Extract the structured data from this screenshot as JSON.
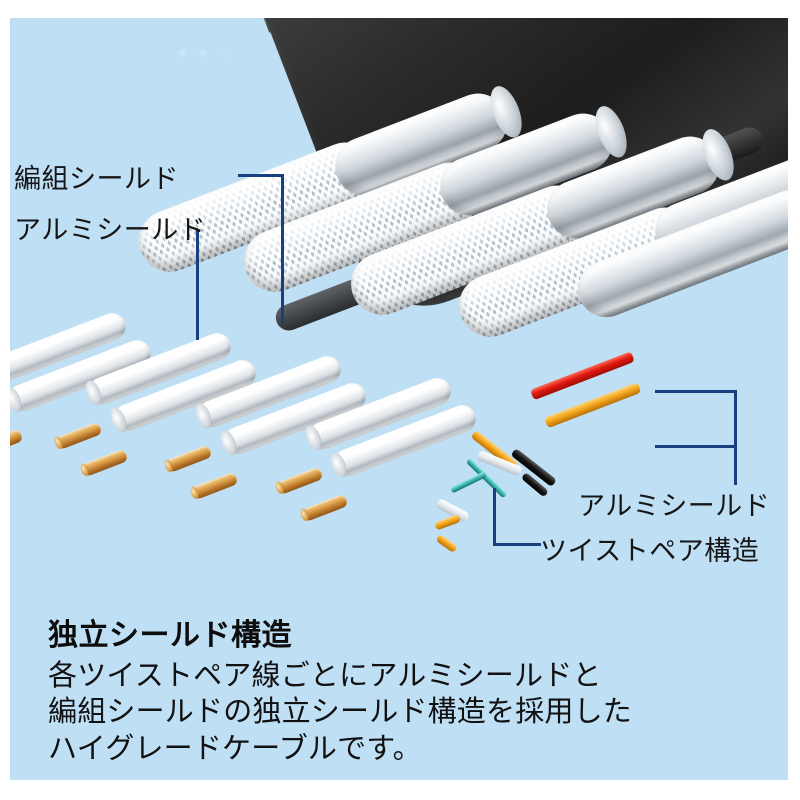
{
  "panel": {
    "background_color": "#bfdff5",
    "frame_color": "#ffffff"
  },
  "illustration": {
    "subject": "cut-away view of a multi-pair shielded flat cable",
    "jacket_color": "#262626",
    "braid_color": "#c9d0d6",
    "foil_color": "#cfd6dc",
    "copper_color": "#c98a34",
    "leader_color": "#19407e",
    "bundle_count": 4,
    "plain_strand_count": 1,
    "twisted_pair_wire_colors": [
      "#e01a10",
      "#f4a81d",
      "#141414",
      "#ffffff",
      "#36b5ad"
    ]
  },
  "callouts": {
    "left": [
      {
        "label": "編組シールド"
      },
      {
        "label": "アルミシールド"
      }
    ],
    "right": [
      {
        "label": "アルミシールド"
      },
      {
        "label": "ツイストペア構造"
      }
    ]
  },
  "caption": {
    "heading": "独立シールド構造",
    "lines": [
      "各ツイストペア線ごとにアルミシールドと",
      "編組シールドの独立シールド構造を採用した",
      "ハイグレードケーブルです。"
    ]
  }
}
